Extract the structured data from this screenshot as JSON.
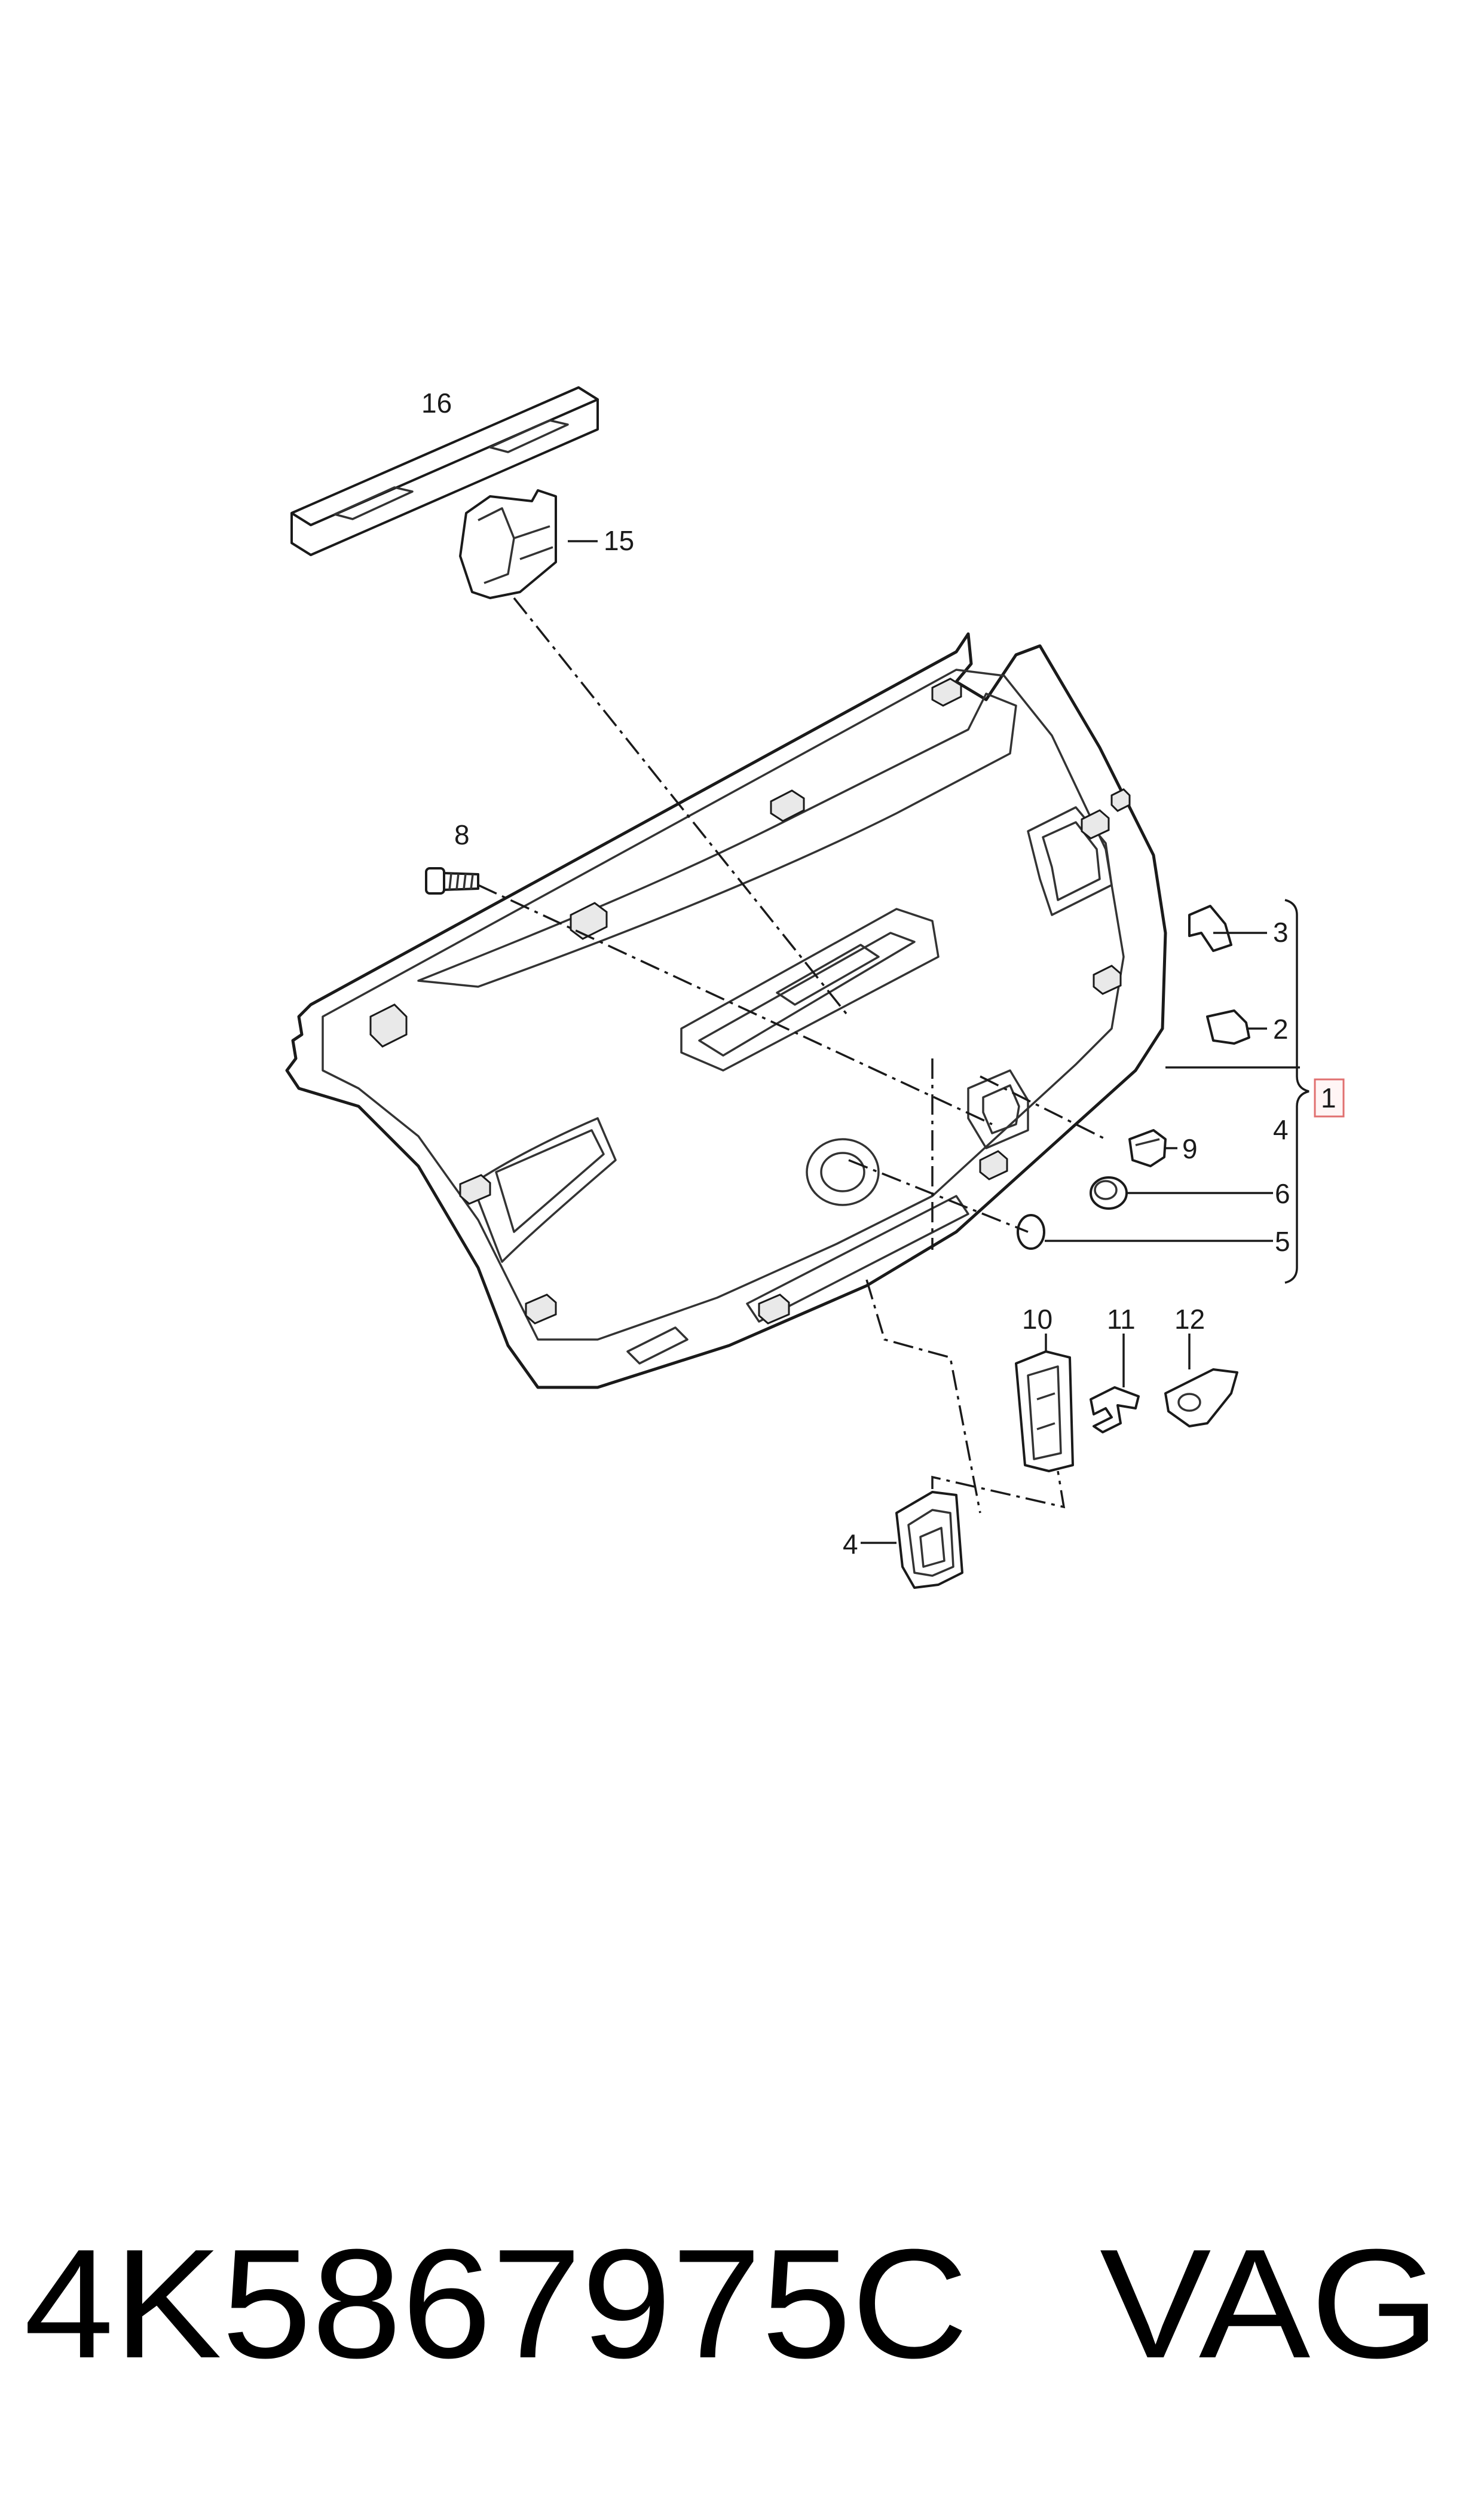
{
  "diagram": {
    "callouts": {
      "c16": "16",
      "c15": "15",
      "c8": "8",
      "c3": "3",
      "c2": "2",
      "c1": "1",
      "c4_bracket": "4",
      "c9": "9",
      "c6": "6",
      "c5": "5",
      "c10": "10",
      "c11": "11",
      "c12": "12",
      "c4_part": "4"
    },
    "highlight_color": "#e07070"
  },
  "footer": {
    "part_number": "4K5867975C",
    "brand": "VAG"
  }
}
